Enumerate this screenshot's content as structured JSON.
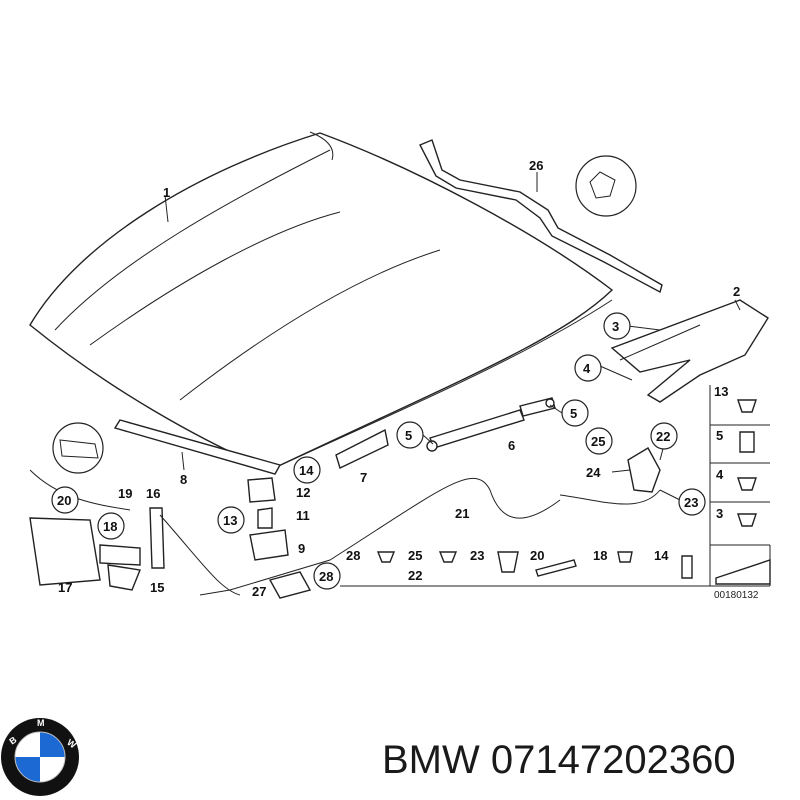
{
  "diagram": {
    "callouts": [
      "1",
      "26",
      "2",
      "3",
      "4",
      "5",
      "6",
      "7",
      "8",
      "14",
      "13",
      "5",
      "4",
      "3",
      "25",
      "22",
      "24",
      "23",
      "20",
      "19",
      "16",
      "12",
      "11",
      "18",
      "13",
      "9",
      "21",
      "17",
      "15",
      "28",
      "27"
    ],
    "fastener_labels": [
      "28",
      "25",
      "22",
      "23",
      "20",
      "18",
      "14"
    ],
    "side_column_labels": [
      "13",
      "5",
      "4",
      "3"
    ],
    "drawing_code": "00180132"
  },
  "caption": {
    "brand": "BMW",
    "part_number": "07147202360"
  },
  "logo": {
    "text": "BMW",
    "colors": {
      "blue": "#1c69d4",
      "ring": "#111111",
      "white": "#ffffff"
    }
  }
}
